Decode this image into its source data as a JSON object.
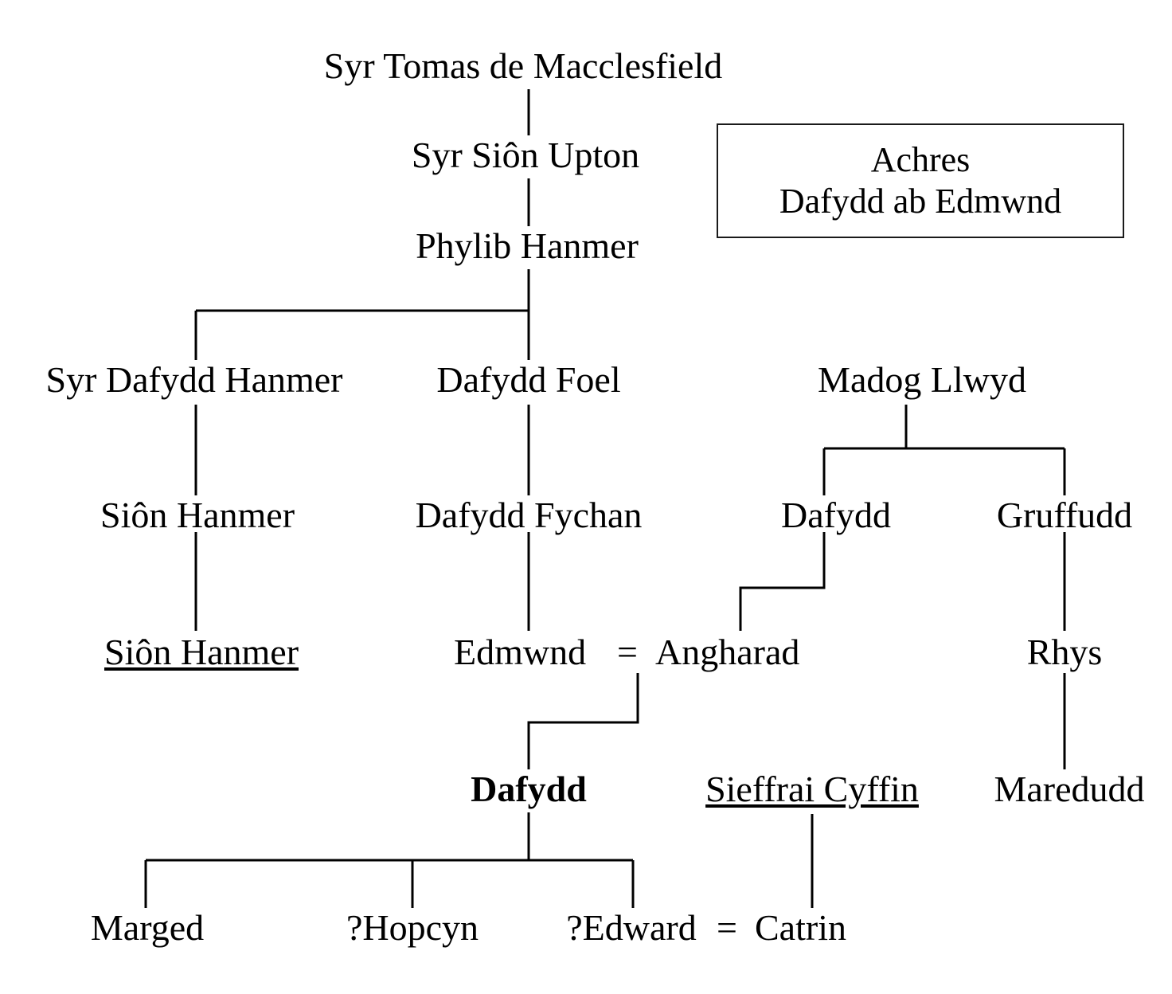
{
  "document": {
    "kind": "genealogy-pedigree-chart",
    "language": "cy"
  },
  "title_box": {
    "line1": "Achres",
    "line2": "Dafydd ab Edmwnd"
  },
  "people": {
    "syr_tomas": "Syr Tomas de Macclesfield",
    "syr_sion_upton": "Syr Siôn Upton",
    "phylib_hanmer": "Phylib Hanmer",
    "syr_dafydd_hanmer": "Syr Dafydd Hanmer",
    "dafydd_foel": "Dafydd Foel",
    "madog_llwyd": "Madog Llwyd",
    "sion_hanmer_1": "Siôn Hanmer",
    "dafydd_fychan": "Dafydd Fychan",
    "dafydd_ap_madog": "Dafydd",
    "gruffudd": "Gruffudd",
    "sion_hanmer_2": "Siôn Hanmer",
    "edmwnd": "Edmwnd",
    "marriage_sign_1": "=",
    "angharad": "Angharad",
    "rhys": "Rhys",
    "dafydd_ab_edmwnd": "Dafydd",
    "sieffrai_cyffin": "Sieffrai Cyffin",
    "maredudd": "Maredudd",
    "marged": "Marged",
    "hopcyn": "?Hopcyn",
    "edward": "?Edward",
    "marriage_sign_2": "=",
    "catrin": "Catrin"
  },
  "colors": {
    "line": "#000000",
    "text": "#000000",
    "box_border": "#1a1a1a",
    "background": "#ffffff"
  }
}
